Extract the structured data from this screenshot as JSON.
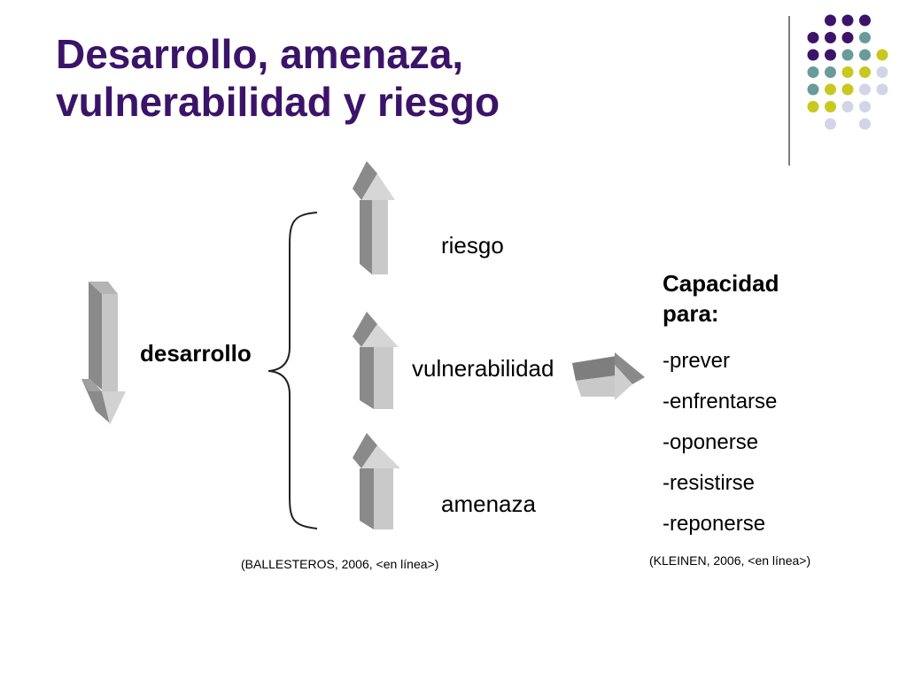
{
  "slide": {
    "title_line1": "Desarrollo, amenaza,",
    "title_line2": "vulnerabilidad y riesgo"
  },
  "diagram": {
    "source_label": "desarrollo",
    "factors": [
      "riesgo",
      "vulnerabilidad",
      "amenaza"
    ],
    "capacity": {
      "heading_line1": "Capacidad",
      "heading_line2": "para:",
      "items": [
        "-prever",
        "-enfrentarse",
        "-oponerse",
        "-resistirse",
        "-reponerse"
      ]
    }
  },
  "citations": {
    "left": "(BALLESTEROS, 2006, <en línea>)",
    "right": "(KLEINEN,  2006, <en línea>)"
  },
  "colors": {
    "title": "#3b1469",
    "dot_purple": "#3b1469",
    "dot_teal": "#6a9b9b",
    "dot_yellow": "#c8c81e",
    "dot_lavender": "#d4d4e8",
    "arrow_light": "#d6d6d6",
    "arrow_mid": "#a8a8a8",
    "arrow_dark": "#8a8a8a"
  }
}
